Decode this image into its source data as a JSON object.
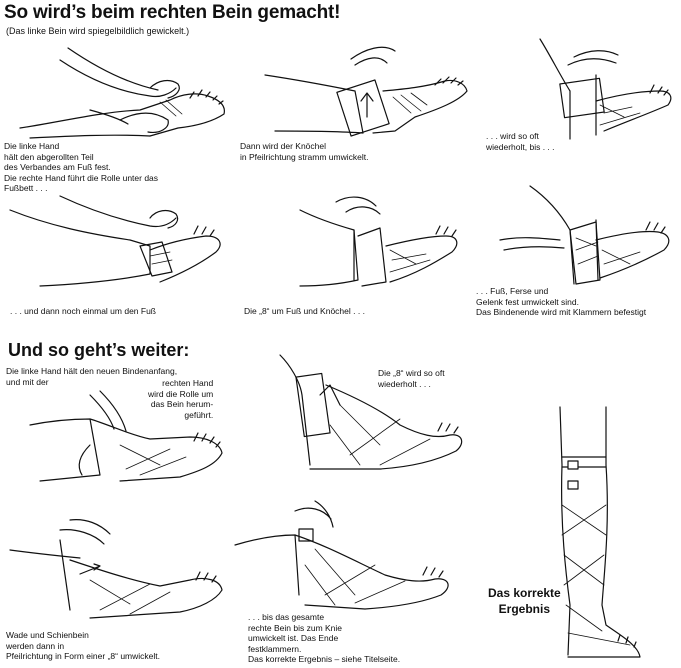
{
  "title": "So wird’s beim rechten Bein gemacht!",
  "subtitle": "(Das linke Bein wird spiegelbildlich gewickelt.)",
  "section2_title": "Und so geht’s weiter:",
  "steps": [
    {
      "caption": "Die linke Hand\nhält den abgerollten Teil\ndes Verbandes am Fuß fest.\nDie rechte Hand führt die Rolle unter das\nFußbett . . ."
    },
    {
      "caption": "Dann wird der Knöchel\nin Pfeilrichtung stramm umwickelt."
    },
    {
      "caption": ". . . wird so oft\nwiederholt, bis . . ."
    },
    {
      "caption": ". . . und dann noch einmal um den Fuß"
    },
    {
      "caption": "Die „8“ um Fuß und Knöchel . . ."
    },
    {
      "caption": ". . . Fuß, Ferse und\nGelenk fest umwickelt sind.\nDas Bindenende wird mit Klammern befestigt"
    },
    {
      "caption": "Die linke Hand hält den neuen Bindenanfang,\nund mit der"
    },
    {
      "caption": "rechten Hand\nwird die Rolle um\ndas Bein herum-\ngeführt."
    },
    {
      "caption": "Die „8“ wird so oft\nwiederholt . . ."
    },
    {
      "caption": "Wade und Schienbein\nwerden dann in\nPfeilrichtung in Form einer „8“ umwickelt."
    },
    {
      "caption": ". . . bis das gesamte\nrechte Bein bis zum Knie\numwickelt ist. Das Ende\nfestklammern.\nDas korrekte Ergebnis – siehe Titelseite."
    }
  ],
  "result_label": "Das korrekte\nErgebnis"
}
